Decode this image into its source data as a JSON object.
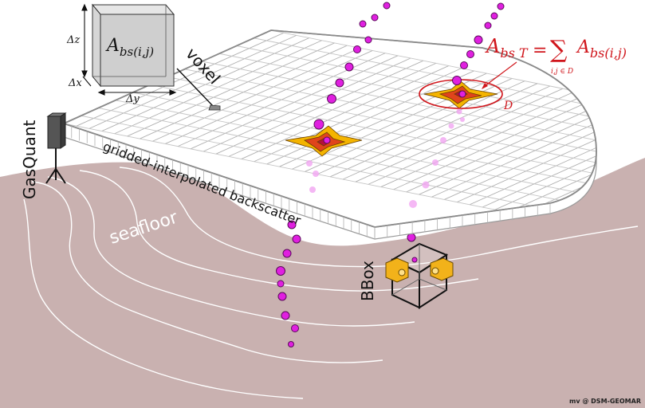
{
  "labels": {
    "gasquant": "GasQuant",
    "voxel": "voxel",
    "backscatter": "gridded-interpolated backscatter",
    "seafloor": "seafloor",
    "bbox": "BBox",
    "credit": "mv @ DSM-GEOMAR"
  },
  "voxel_box": {
    "main": "A",
    "sub": "bs(i,j)",
    "dz": "Δz",
    "dx": "Δx",
    "dy": "Δy"
  },
  "formula": {
    "lhs": "A",
    "lhs_sub": "bs T",
    "eq": "=",
    "sum": "∑",
    "sum_index": "i,j ∈ D",
    "rhs": "A",
    "rhs_sub": "bs(i,j)"
  },
  "region_label": "D",
  "colors": {
    "seafloor": "#c9b1b0",
    "bubble": "#e020e0",
    "bubble_faded": "#f2a6f2",
    "hotspot_outer": "#f4b400",
    "hotspot_inner": "#e0441c",
    "hotspot_core": "#b3123a",
    "formula_red": "#d0151b",
    "bbox_sensor": "#f2b21a"
  },
  "icons": [
    "gasquant-tripod-icon",
    "bbox-cube-icon",
    "gas-bubble-icon"
  ]
}
